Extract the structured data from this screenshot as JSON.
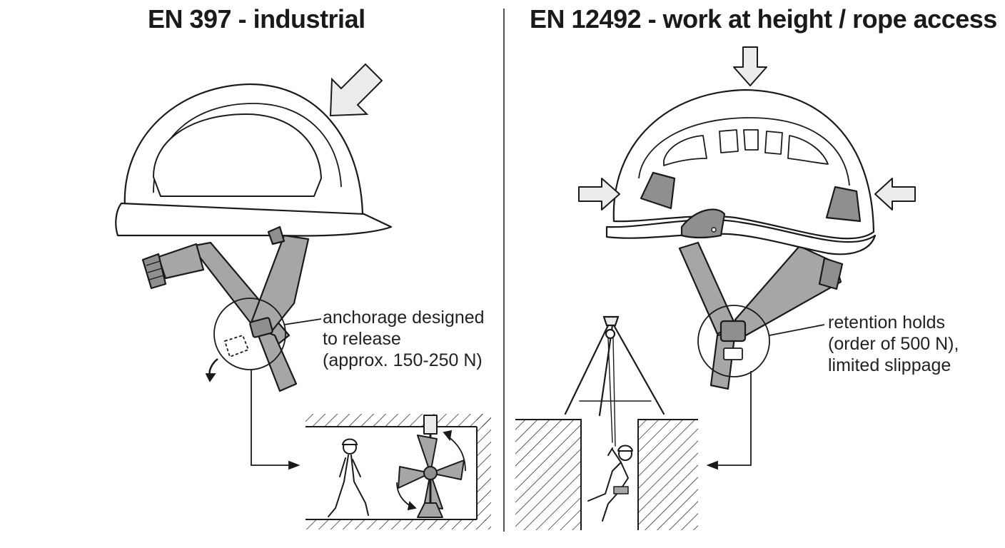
{
  "left": {
    "title": "EN 397 - industrial",
    "annotation": [
      "anchorage designed",
      "to release",
      "(approx. 150-250 N)"
    ],
    "scene": "worker-walking-near-rotating-fan"
  },
  "right": {
    "title": "EN 12492 - work at height / rope access",
    "annotation": [
      "retention holds",
      "(order of 500 N),",
      "limited slippage"
    ],
    "scene": "rope-access-worker-descending-shaft-from-tripod"
  },
  "colors": {
    "line": "#1a1a1a",
    "strap": "#a6a6a6",
    "pad": "#8f8f8f",
    "arrow_fill": "#ececec",
    "shell": "#ffffff"
  },
  "icons": [
    "force-arrow-icon",
    "rotation-arrow-icon",
    "release-arrow-icon"
  ]
}
